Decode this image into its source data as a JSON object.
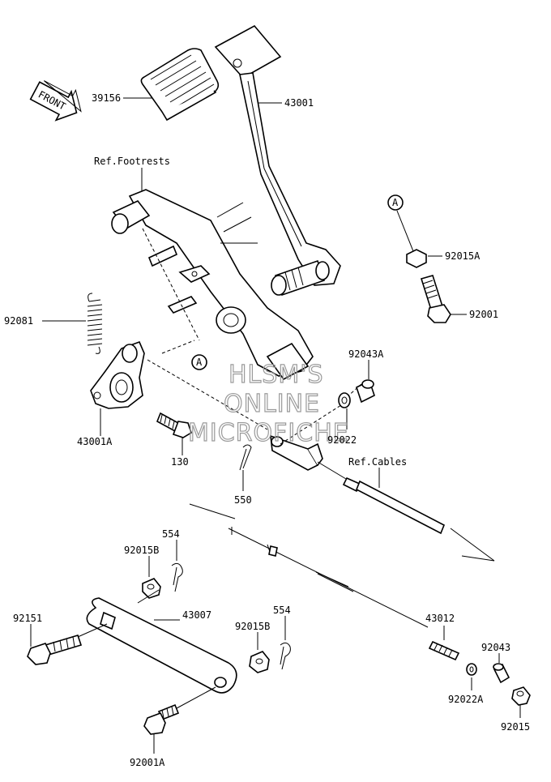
{
  "front_indicator": "FRONT",
  "ref_labels": {
    "footrests": "Ref.Footrests",
    "cables": "Ref.Cables"
  },
  "callout_marker": "A",
  "watermark": [
    "HLSM'S",
    "ONLINE",
    "MICROFICHE"
  ],
  "part_labels": {
    "p39156": "39156",
    "p43001": "43001",
    "p92081": "92081",
    "p43001A": "43001A",
    "p130": "130",
    "p550": "550",
    "p92015A": "92015A",
    "p92001": "92001",
    "p92043A": "92043A",
    "p92022": "92022",
    "p554a": "554",
    "p92015B_a": "92015B",
    "p92151": "92151",
    "p43007": "43007",
    "p554b": "554",
    "p92015B_b": "92015B",
    "p92001A": "92001A",
    "p43012": "43012",
    "p92043": "92043",
    "p92022A": "92022A",
    "p92015": "92015"
  }
}
